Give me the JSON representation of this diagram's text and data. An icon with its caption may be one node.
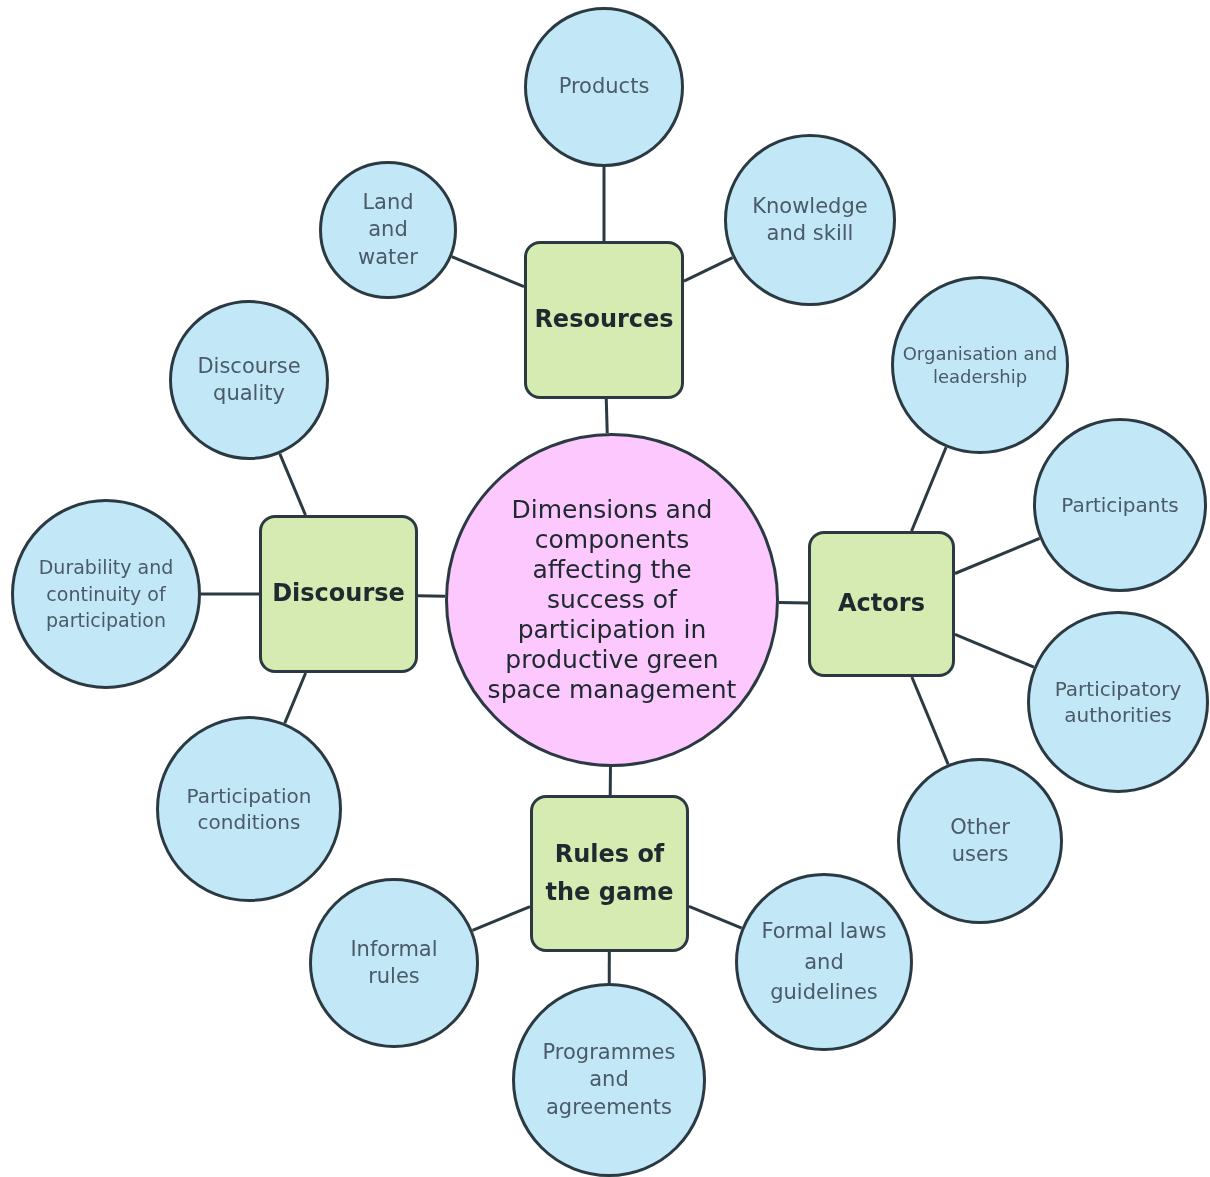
{
  "diagram": {
    "nodes": [
      {
        "text": [
          "Dimensions and components affecting the success of participation in productive green space management"
        ]
      },
      {
        "text": [
          "Resources"
        ]
      },
      {
        "text": [
          "Products"
        ]
      },
      {
        "text": [
          "Land and water"
        ]
      },
      {
        "text": [
          "Knowledge and skill"
        ]
      },
      {
        "text": [
          "Discourse"
        ]
      },
      {
        "text": [
          "Discourse quality"
        ]
      },
      {
        "text": [
          "Durability and continuity of participation"
        ]
      },
      {
        "text": [
          "Participation conditions"
        ]
      },
      {
        "text": [
          "Actors"
        ]
      },
      {
        "text": [
          "Organisation and leadership"
        ]
      },
      {
        "text": [
          "Participants"
        ]
      },
      {
        "text": [
          "Participatory authorities"
        ]
      },
      {
        "text": [
          "Other users"
        ]
      },
      {
        "text": [
          "Rules of the game"
        ]
      },
      {
        "text": [
          "Informal rules"
        ]
      },
      {
        "text": [
          "Programmes and agreements"
        ]
      },
      {
        "text": [
          "Formal laws and guidelines"
        ]
      }
    ],
    "edges": [
      {
        "from": 0,
        "to": 1,
        "arrow": "none"
      },
      {
        "from": 1,
        "to": 2,
        "arrow": "none"
      },
      {
        "from": 1,
        "to": 3,
        "arrow": "none"
      },
      {
        "from": 1,
        "to": 4,
        "arrow": "none"
      },
      {
        "from": 0,
        "to": 5,
        "arrow": "none"
      },
      {
        "from": 5,
        "to": 6,
        "arrow": "none"
      },
      {
        "from": 5,
        "to": 7,
        "arrow": "none"
      },
      {
        "from": 5,
        "to": 8,
        "arrow": "none"
      },
      {
        "from": 0,
        "to": 9,
        "arrow": "none"
      },
      {
        "from": 9,
        "to": 10,
        "arrow": "none"
      },
      {
        "from": 9,
        "to": 11,
        "arrow": "none"
      },
      {
        "from": 9,
        "to": 12,
        "arrow": "none"
      },
      {
        "from": 9,
        "to": 13,
        "arrow": "none"
      },
      {
        "from": 0,
        "to": 14,
        "arrow": "none"
      },
      {
        "from": 14,
        "to": 15,
        "arrow": "none"
      },
      {
        "from": 14,
        "to": 16,
        "arrow": "none"
      },
      {
        "from": 14,
        "to": 17,
        "arrow": "none"
      }
    ]
  }
}
